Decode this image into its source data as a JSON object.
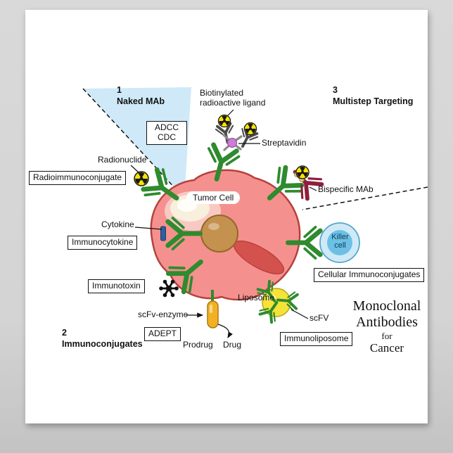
{
  "sections": {
    "one_num": "1",
    "one_title": "Naked MAb",
    "two_num": "2",
    "two_title": "Immunoconjugates",
    "three_num": "3",
    "three_title": "Multistep Targeting"
  },
  "labels": {
    "adcc": "ADCC",
    "cdc": "CDC",
    "biotinylated_1": "Biotinylated",
    "biotinylated_2": "radioactive ligand",
    "streptavidin": "Streptavidin",
    "radionuclide": "Radionuclide",
    "radioimmunoconjugate": "Radioimmunoconjugate",
    "bispecific_mab": "Bispecific MAb",
    "tumor_cell": "Tumor Cell",
    "cytokine": "Cytokine",
    "immunocytokine": "Immunocytokine",
    "killer_1": "Killer",
    "killer_2": "cell",
    "cellular_immunoconjugates": "Cellular Immunoconjugates",
    "immunotoxin": "Immunotoxin",
    "liposome": "Liposome",
    "scfv_enzyme": "scFv-enzyme",
    "adept": "ADEPT",
    "prodrug": "Prodrug",
    "drug": "Drug",
    "scfv": "scFV",
    "immunoliposome": "Immunoliposome"
  },
  "title": {
    "line1": "Monoclonal",
    "line2": "Antibodies",
    "line3": "for",
    "line4": "Cancer"
  },
  "colors": {
    "wedge_blue": "#cfe9f8",
    "antibody_green": "#2e8b2e",
    "cell_fill": "#f4918e",
    "cell_stroke": "#b5413e",
    "nucleus_fill": "#c4914f",
    "organelle_fill": "#d4524e",
    "killer_outer": "#cfeaf6",
    "killer_inner": "#6cc0e6",
    "liposome_fill": "#f6e338",
    "capsule_fill": "#f2b124",
    "radiation_yellow": "#f7e400",
    "streptavidin_purple": "#cb7fd4",
    "cytokine_blue": "#2f5f9e",
    "bispecific_red": "#8e1f3c"
  }
}
